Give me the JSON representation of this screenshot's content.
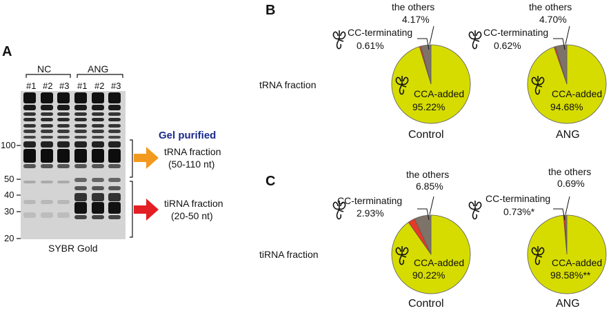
{
  "panels": {
    "A": {
      "letter": "A",
      "groups": [
        "NC",
        "ANG"
      ],
      "lanes": [
        "#1",
        "#2",
        "#3",
        "#1",
        "#2",
        "#3"
      ],
      "markers": [
        "100",
        "50",
        "40",
        "30",
        "20"
      ],
      "stain": "SYBR Gold",
      "gel_purified": "Gel purified",
      "trna_fraction": "tRNA fraction",
      "trna_range": "(50-110 nt)",
      "tirna_fraction": "tiRNA fraction",
      "tirna_range": "(20-50 nt)",
      "colors": {
        "trna_arrow": "#f39a1e",
        "tirna_arrow": "#e31e24",
        "gel_purified": "#1b2a8c"
      }
    },
    "B": {
      "letter": "B",
      "row_label": "tRNA fraction",
      "pies": [
        {
          "condition": "Control",
          "others_label": "the others",
          "others_pct": "4.17%",
          "cc_label": "CC-terminating",
          "cc_pct": "0.61%",
          "cca_label": "CCA-added",
          "cca_pct": "95.22%"
        },
        {
          "condition": "ANG",
          "others_label": "the others",
          "others_pct": "4.70%",
          "cc_label": "CC-terminating",
          "cc_pct": "0.62%",
          "cca_label": "CCA-added",
          "cca_pct": "94.68%"
        }
      ]
    },
    "C": {
      "letter": "C",
      "row_label": "tiRNA fraction",
      "pies": [
        {
          "condition": "Control",
          "others_label": "the others",
          "others_pct": "6.85%",
          "cc_label": "CC-terminating",
          "cc_pct": "2.93%",
          "cca_label": "CCA-added",
          "cca_pct": "90.22%"
        },
        {
          "condition": "ANG",
          "others_label": "the others",
          "others_pct": "0.69%",
          "cc_label": "CC-terminating",
          "cc_pct": "0.73%*",
          "cca_label": "CCA-added",
          "cca_pct": "98.58%**"
        }
      ]
    }
  },
  "chart_data": [
    {
      "type": "pie",
      "title": "",
      "categories": [
        "CCA-added",
        "CC-terminating",
        "the others"
      ],
      "values": [
        95.22,
        0.61,
        4.17
      ],
      "colors": [
        "#d6dc00",
        "#e33a2a",
        "#7d7368"
      ]
    },
    {
      "type": "pie",
      "title": "",
      "categories": [
        "CCA-added",
        "CC-terminating",
        "the others"
      ],
      "values": [
        94.68,
        0.62,
        4.7
      ],
      "colors": [
        "#d6dc00",
        "#e33a2a",
        "#7d7368"
      ]
    },
    {
      "type": "pie",
      "title": "",
      "categories": [
        "CCA-added",
        "CC-terminating",
        "the others"
      ],
      "values": [
        90.22,
        2.93,
        6.85
      ],
      "colors": [
        "#d6dc00",
        "#e33a2a",
        "#7d7368"
      ]
    },
    {
      "type": "pie",
      "title": "",
      "categories": [
        "CCA-added",
        "CC-terminating",
        "the others"
      ],
      "values": [
        98.58,
        0.73,
        0.69
      ],
      "colors": [
        "#d6dc00",
        "#e33a2a",
        "#7d7368"
      ]
    }
  ]
}
